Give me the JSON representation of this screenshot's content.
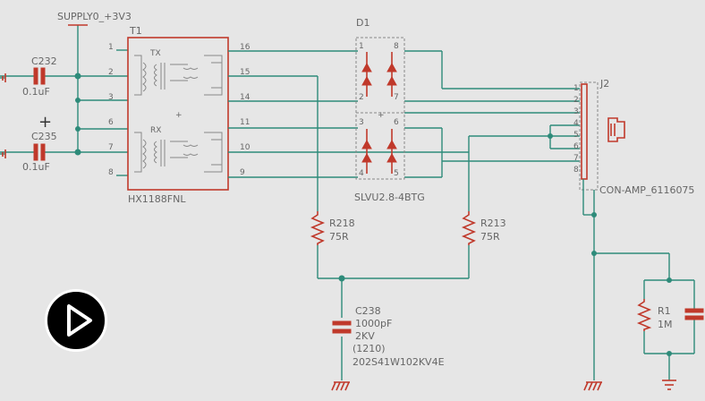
{
  "colors": {
    "background": "#e6e6e6",
    "wire": "#2e8b7a",
    "component": "#c0392b",
    "label": "#666666"
  },
  "supply": {
    "label": "SUPPLY0_+3V3"
  },
  "transformer": {
    "ref": "T1",
    "part": "HX1188FNL",
    "tx": "TX",
    "rx": "RX",
    "plus": "+",
    "pins_left": [
      "1",
      "2",
      "3",
      "6",
      "7",
      "8"
    ],
    "pins_right": [
      "16",
      "15",
      "14",
      "11",
      "10",
      "9"
    ]
  },
  "caps": [
    {
      "ref": "C232",
      "value": "0.1uF"
    },
    {
      "ref": "C235",
      "value": "0.1uF"
    }
  ],
  "diode_array": {
    "ref": "D1",
    "part": "SLVU2.8-4BTG",
    "plus": "+",
    "pins": [
      "1",
      "8",
      "2",
      "7",
      "3",
      "6",
      "4",
      "5"
    ]
  },
  "resistors": [
    {
      "ref": "R218",
      "value": "75R"
    },
    {
      "ref": "R213",
      "value": "75R"
    },
    {
      "ref": "R1",
      "value": "1M"
    }
  ],
  "c238": {
    "ref": "C238",
    "value": "1000pF",
    "voltage": "2KV",
    "package": "(1210)",
    "part": "202S41W102KV4E"
  },
  "connector": {
    "ref": "J2",
    "part": "CON-AMP_6116075",
    "pins": [
      "1",
      "2",
      "3",
      "4",
      "5",
      "6",
      "7",
      "8"
    ]
  },
  "misc": {
    "c235_plus": "+"
  },
  "video": {
    "icon": "play-icon"
  }
}
